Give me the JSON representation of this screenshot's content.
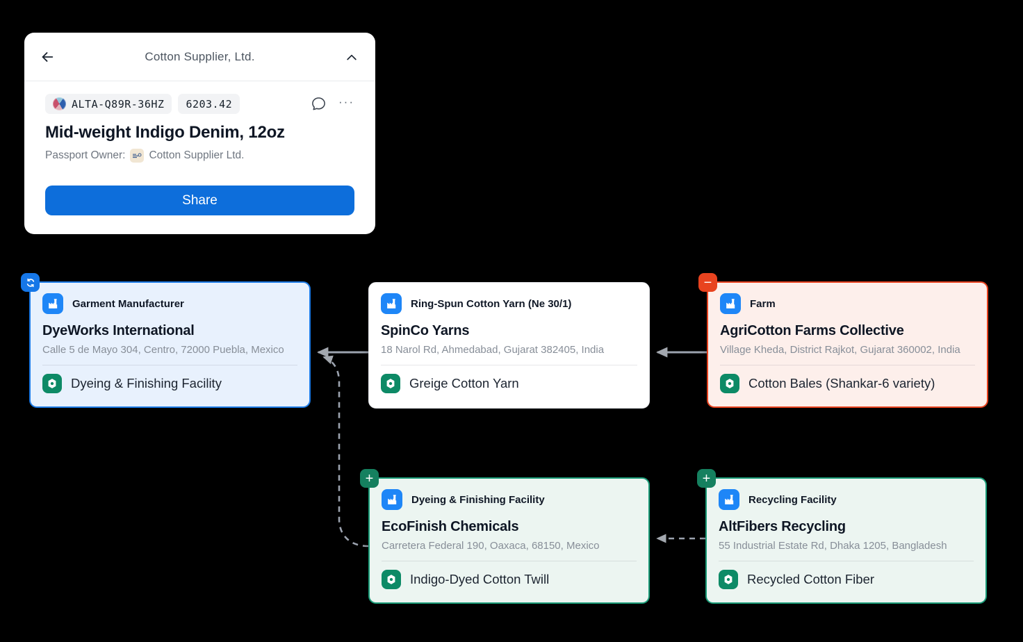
{
  "passport_card": {
    "title": "Cotton Supplier, Ltd.",
    "badges": [
      "ALTA-Q89R-36HZ",
      "6203.42"
    ],
    "more_label": "···",
    "product_title": "Mid-weight Indigo Denim, 12oz",
    "owner_label": "Passport Owner:",
    "owner_name": "Cotton Supplier Ltd.",
    "share_label": "Share"
  },
  "badge_glyphs": {
    "plus": "+",
    "minus": "−"
  },
  "nodes": [
    {
      "role": "Garment Manufacturer",
      "name": "DyeWorks International",
      "address": "Calle 5 de Mayo 304, Centro, 72000 Puebla, Mexico",
      "output": "Dyeing & Finishing Facility",
      "badge": "sync",
      "theme": "blue"
    },
    {
      "role": "Ring-Spun Cotton Yarn (Ne 30/1)",
      "name": "SpinCo Yarns",
      "address": "18 Narol Rd, Ahmedabad, Gujarat 382405, India",
      "output": "Greige Cotton Yarn",
      "badge": null,
      "theme": "white"
    },
    {
      "role": "Farm",
      "name": "AgriCotton Farms Collective",
      "address": "Village Kheda, District Rajkot, Gujarat 360002, India",
      "output": "Cotton Bales (Shankar-6 variety)",
      "badge": "minus",
      "theme": "red"
    },
    {
      "role": "Dyeing & Finishing Facility",
      "name": "EcoFinish Chemicals",
      "address": "Carretera Federal 190, Oaxaca, 68150, Mexico",
      "output": "Indigo-Dyed Cotton Twill",
      "badge": "plus",
      "theme": "green"
    },
    {
      "role": "Recycling Facility",
      "name": "AltFibers Recycling",
      "address": "55 Industrial Estate Rd, Dhaka 1205, Bangladesh",
      "output": "Recycled Cotton Fiber",
      "badge": "plus",
      "theme": "green"
    }
  ],
  "colors": {
    "share_blue": "#0d6edb",
    "accent_blue": "#1677e8",
    "node_blue_border": "#1c7ae5",
    "node_blue_bg": "#e8f1fd",
    "node_red_border": "#e8431f",
    "node_red_bg": "#fdefeb",
    "node_green_border": "#1a9c78",
    "node_green_bg": "#ecf5f1",
    "icon_factory_blue": "#1e86f7",
    "icon_product_green": "#0d8a66",
    "connector_gray": "#9ca3af"
  }
}
